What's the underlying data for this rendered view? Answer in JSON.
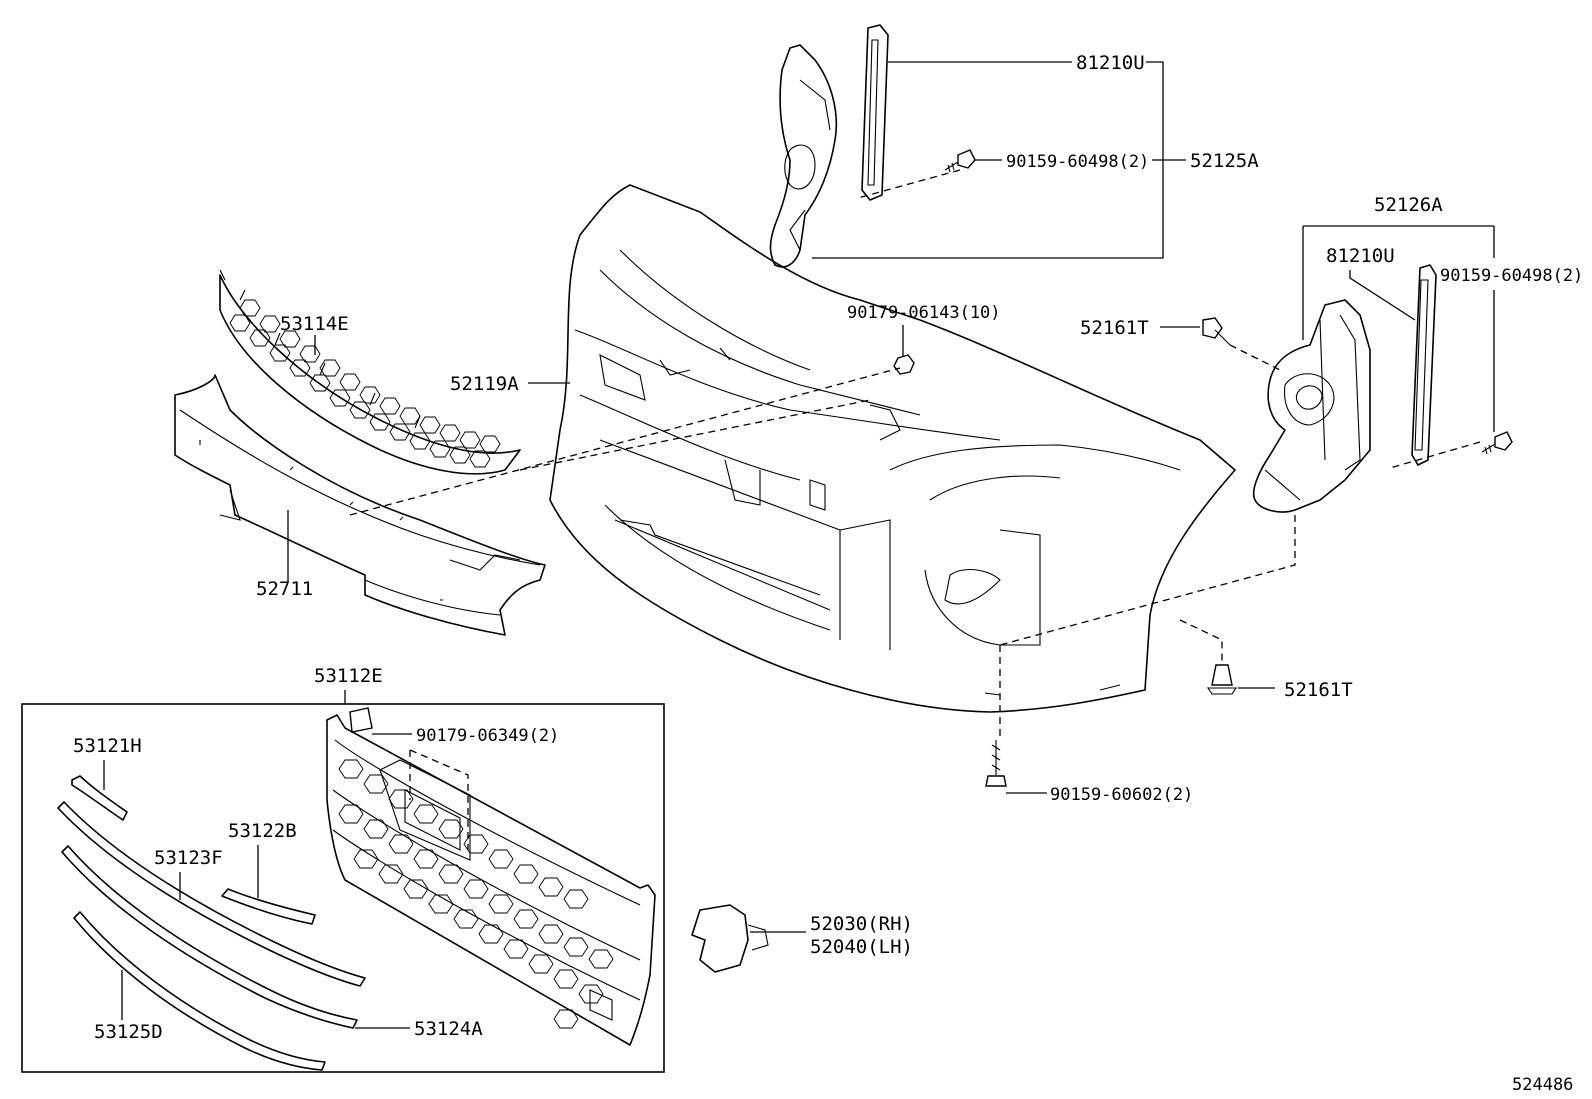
{
  "diagram_id": "524486",
  "labels": {
    "p81210U_top": "81210U",
    "p90159_60498_top": "90159-60498(2)",
    "p52125A": "52125A",
    "p52126A": "52126A",
    "p81210U_right": "81210U",
    "p90159_60498_right": "90159-60498(2)",
    "p90179_06143": "90179-06143(10)",
    "p52161T_top": "52161T",
    "p53114E": "53114E",
    "p52119A": "52119A",
    "p52711": "52711",
    "p53112E": "53112E",
    "p90179_06349": "90179-06349(2)",
    "p53121H": "53121H",
    "p53122B": "53122B",
    "p53123F": "53123F",
    "p53125D": "53125D",
    "p53124A": "53124A",
    "p52030": "52030(RH)",
    "p52040": "52040(LH)",
    "p52161T_bottom": "52161T",
    "p90159_60602": "90159-60602(2)"
  }
}
